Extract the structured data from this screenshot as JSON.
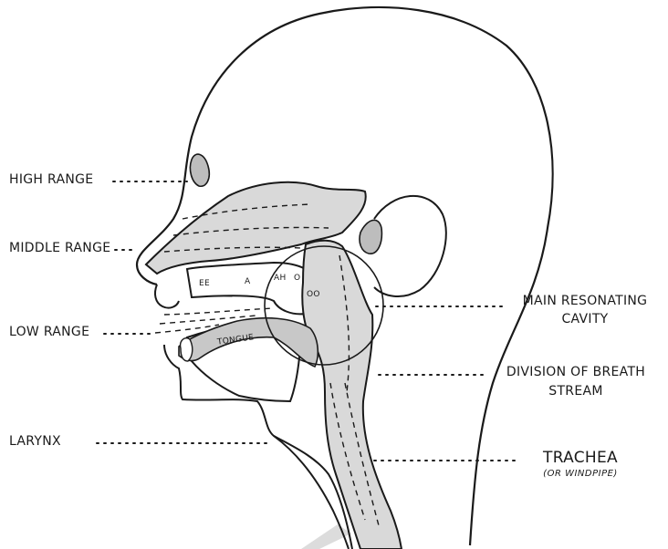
{
  "labels": {
    "high_range": "HIGH RANGE",
    "middle_range": "MIDDLE RANGE",
    "low_range": "LOW RANGE",
    "larynx": "LARYNX",
    "main_resonating_line1": "MAIN RESONATING",
    "main_resonating_line2": "CAVITY",
    "division_line1": "DIVISION OF BREATH",
    "division_line2": "STREAM",
    "trachea": "TRACHEA",
    "trachea_note": "(OR WINDPIPE)"
  },
  "mouth_labels": {
    "ee": "EE",
    "a": "A",
    "ah": "AH",
    "o": "O",
    "oo": "OO",
    "tongue": "TONGUE"
  },
  "colors": {
    "ink": "#1a1a1a",
    "shade": "#d9d9d9",
    "watermark": "#dcdcdc"
  }
}
